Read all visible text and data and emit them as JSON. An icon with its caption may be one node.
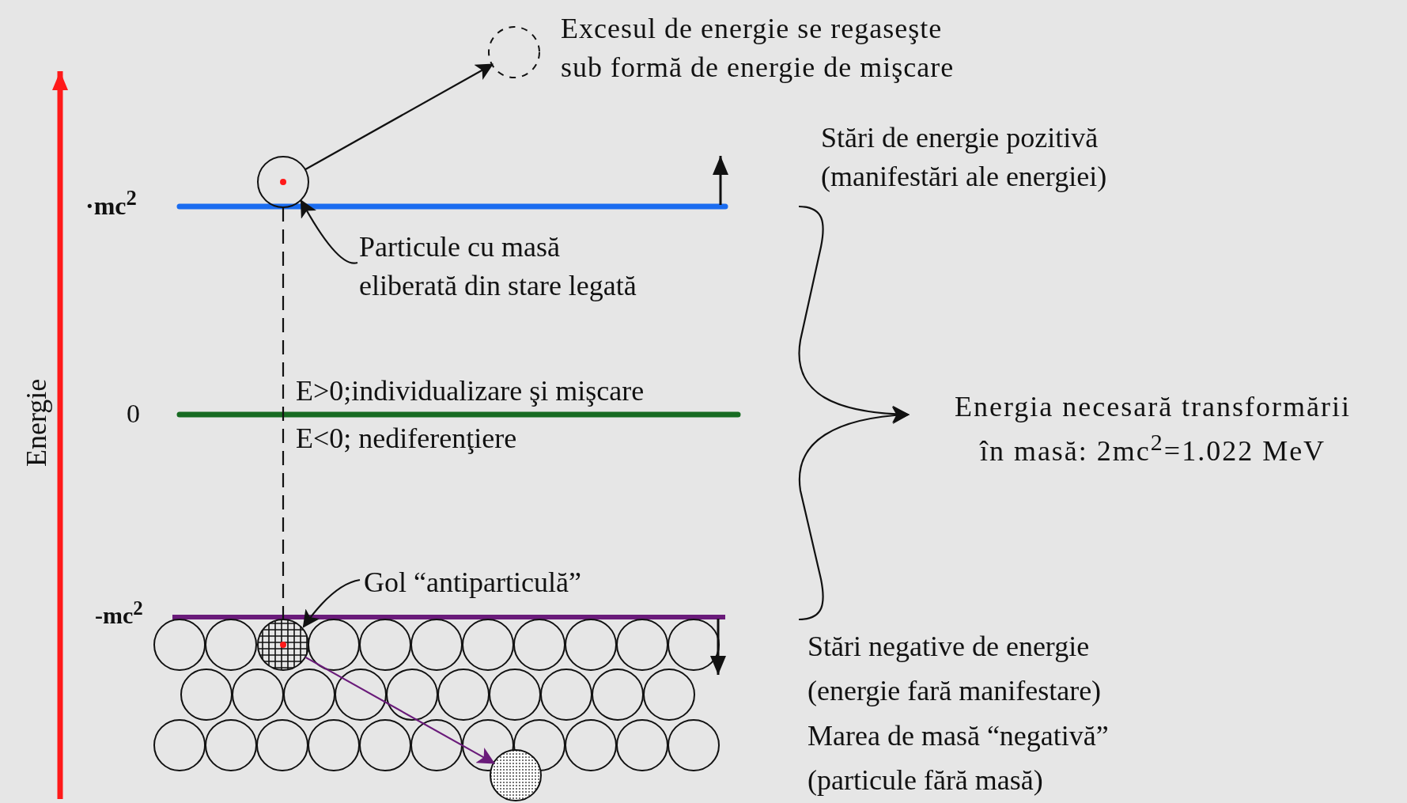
{
  "diagram": {
    "nodes": [
      {
        "text": [],
        "shape": "circle"
      },
      {
        "text": [],
        "shape": "circle",
        "beside": [
          "Excesul de energie se regaseşte sub formă de energie de mişcare"
        ]
      },
      {
        "text": [
          "Particule cu masă eliberată din stare legată"
        ]
      },
      {
        "text": [],
        "shape": "circle"
      },
      {
        "text": [
          "Gol “antiparticulă”"
        ]
      },
      {
        "text": [],
        "shape": "circle"
      },
      {
        "text": [
          "Energia necesară transformării în masă: 2mc$^{2}$=1.022 MeV"
        ]
      }
    ],
    "edges": [
      {
        "from": 0,
        "to": 1,
        "arrow": "to"
      },
      {
        "from": 0,
        "to": 3,
        "arrow": "none",
        "style": "dashed"
      },
      {
        "from": 2,
        "to": 0,
        "arrow": "to"
      },
      {
        "from": 4,
        "to": 3,
        "arrow": "to"
      },
      {
        "from": 3,
        "to": 5,
        "arrow": "to",
        "color": "#6a1b7a"
      },
      {
        "from": null,
        "to": 6,
        "arrow": "to"
      },
      {
        "from": null,
        "to": 6,
        "arrow": "to"
      }
    ],
    "labels": [
      "Energie",
      "·mc$^{2}$",
      "0",
      "-mc$^{2}$",
      "E>0;individualizare şi mişcare",
      "E<0; nediferenţiere",
      "Stări de energie pozitivă (manifestări ale energiei)",
      "Stări negative de energie (energie fară manifestare)",
      "Marea de masă “negativă” (particule fără masă)"
    ]
  }
}
